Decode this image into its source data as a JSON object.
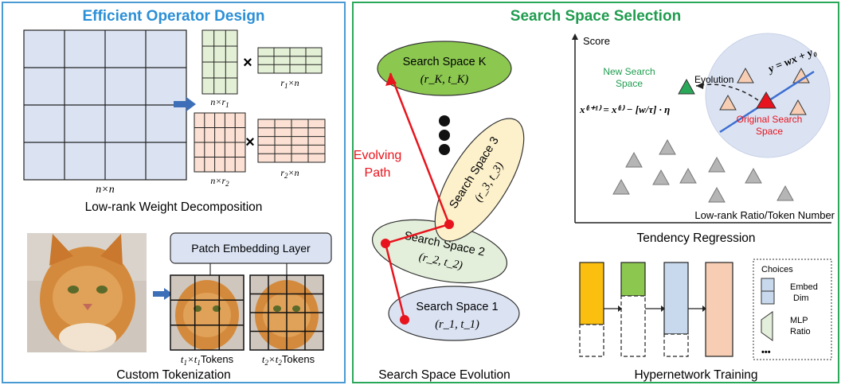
{
  "left": {
    "title": "Efficient Operator Design",
    "big_matrix_label": "n×n",
    "factor1_a_label": "n×r",
    "factor1_a_sub": "1",
    "factor1_b_label": "r",
    "factor1_b_sub": "1",
    "factor1_b_suffix": "×n",
    "factor2_a_label": "n×r",
    "factor2_a_sub": "2",
    "factor2_b_label": "r",
    "factor2_b_sub": "2",
    "factor2_b_suffix": "×n",
    "mult_symbol": "×",
    "decomp_caption": "Low-rank Weight Decomposition",
    "patch_layer_label": "Patch Embedding Layer",
    "tokens1_prefix": "t",
    "tokens1_sub1": "1",
    "tokens1_mid": "×t",
    "tokens1_sub2": "1",
    "tokens1_suffix": "Tokens",
    "tokens2_prefix": "t",
    "tokens2_sub1": "2",
    "tokens2_mid": "×t",
    "tokens2_sub2": "2",
    "tokens2_suffix": "Tokens",
    "tokenization_caption": "Custom Tokenization"
  },
  "right": {
    "title": "Search Space Selection",
    "spaces": [
      {
        "name": "Search Space K",
        "params": "(r_K, t_K)"
      },
      {
        "name": "Search Space 3",
        "params": "(r_3, t_3)"
      },
      {
        "name": "Search Space 2",
        "params": "(r_2, t_2)"
      },
      {
        "name": "Search Space 1",
        "params": "(r_1, t_1)"
      }
    ],
    "evolving_path_label_1": "Evolving",
    "evolving_path_label_2": "Path",
    "evolution_caption": "Search Space Evolution",
    "score_axis_label": "Score",
    "x_axis_label": "Low-rank Ratio/Token Number",
    "new_space_label_1": "New Search",
    "new_space_label_2": "Space",
    "evolution_label": "Evolution",
    "regression_eq": "y = wx + y₀",
    "update_eq": "x⁽ᵗ⁺¹⁾ = x⁽ᵗ⁾ − [w/τ] · η",
    "original_space_label_1": "Original Search",
    "original_space_label_2": "Space",
    "regression_caption": "Tendency Regression",
    "choices_title": "Choices",
    "choice1_label_1": "Embed",
    "choice1_label_2": "Dim",
    "choice2_label_1": "MLP",
    "choice2_label_2": "Ratio",
    "choices_more": "•••",
    "hypernet_caption": "Hypernetwork Training"
  },
  "colors": {
    "left_border": "#4a9ad4",
    "right_border": "#2aa85a",
    "left_title": "#2b8fd6",
    "right_title": "#1f9c4f",
    "matrix_blue": "#dbe3f3",
    "matrix_green": "#e4f0d6",
    "matrix_peach": "#fbe0d3",
    "ellipse_k": "#8cc850",
    "ellipse_3": "#fdf1cc",
    "ellipse_2": "#e3efda",
    "ellipse_1": "#dbe3f3",
    "path_red": "#e8141d",
    "block_yellow": "#fbbf10",
    "block_green": "#8cc850",
    "block_blue": "#c8d9ee",
    "block_peach": "#f7cdb3"
  }
}
